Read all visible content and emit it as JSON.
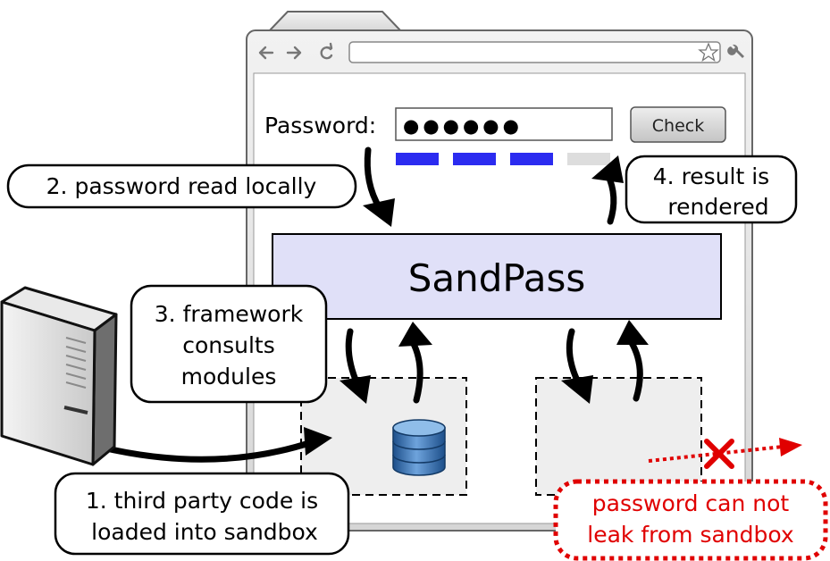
{
  "browser": {
    "nav_back_icon": "arrow-left-icon",
    "nav_forward_icon": "arrow-right-icon",
    "reload_icon": "reload-icon",
    "bookmark_icon": "star-icon",
    "settings_icon": "wrench-icon",
    "address_value": ""
  },
  "form": {
    "password_label": "Password:",
    "password_value": "●●●●●●",
    "check_button_label": "Check",
    "strength_level": 0.75
  },
  "framework": {
    "name": "SandPass"
  },
  "callouts": {
    "step1_line1": "1. third party code is",
    "step1_line2": "loaded into sandbox",
    "step2": "2. password read locally",
    "step3_line1": "3. framework",
    "step3_line2": "consults",
    "step3_line3": "modules",
    "step4_line1": "4. result is",
    "step4_line2": "rendered",
    "leak_line1": "password can not",
    "leak_line2": "leak from sandbox"
  },
  "icons": {
    "server": "server-tower-icon",
    "database": "database-icon",
    "blocked": "red-x-icon"
  },
  "colors": {
    "framework_fill": "#e0e0f8",
    "strength_on": "#2b2bf0",
    "strength_off": "#dddddd",
    "leak_red": "#e00000",
    "sandbox_fill": "#eeeeee"
  }
}
